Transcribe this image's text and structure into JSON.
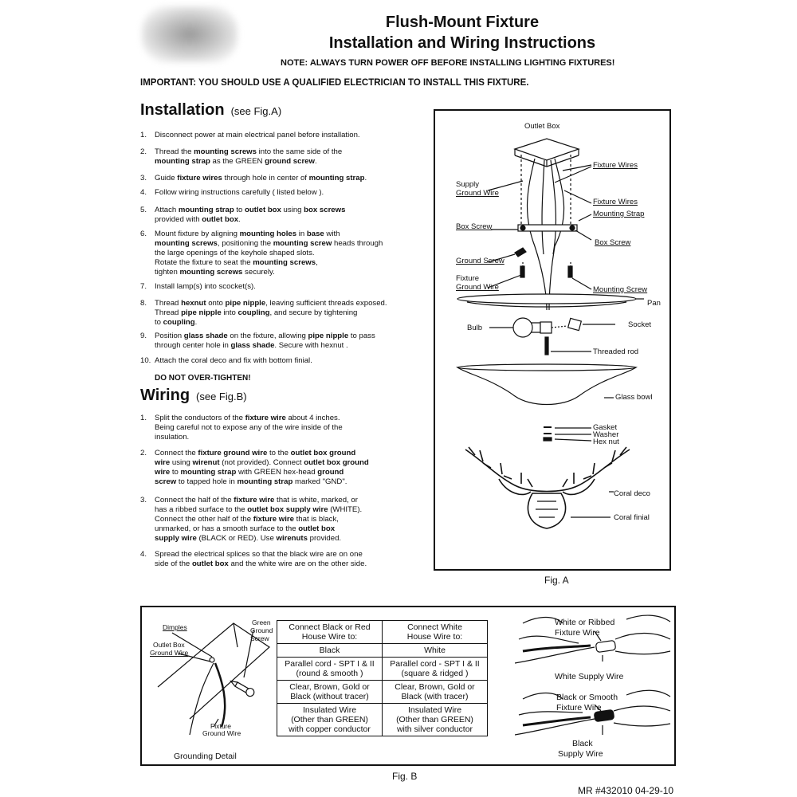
{
  "header": {
    "title_line1": "Flush-Mount Fixture",
    "title_line2": "Installation and Wiring Instructions",
    "note": "NOTE: ALWAYS TURN POWER OFF BEFORE INSTALLING LIGHTING FIXTURES!",
    "important": "IMPORTANT: YOU SHOULD USE A QUALIFIED ELECTRICIAN TO INSTALL THIS FIXTURE."
  },
  "installation": {
    "heading": "Installation",
    "see": "(see Fig.A)",
    "steps": [
      {
        "n": "1.",
        "html": "Disconnect power at main electrical panel before installation."
      },
      {
        "n": "2.",
        "html": "Thread the <b>mounting screws</b> into the same side of the\n<b>mounting strap</b> as the GREEN <b>ground screw</b>."
      },
      {
        "n": "3.",
        "html": "Guide <b>fixture wires</b> through hole in center of <b>mounting strap</b>."
      },
      {
        "n": "4.",
        "html": "Follow wiring instructions carefully ( listed below )."
      },
      {
        "n": "5.",
        "html": "Attach <b>mounting strap</b> to <b>outlet box</b> using <b>box screws</b>\nprovided with <b>outlet box</b>."
      },
      {
        "n": "6.",
        "html": "Mount fixture by aligning <b>mounting holes</b> in <b>base</b> with\n<b>mounting screws</b>, positioning the <b>mounting screw</b> heads through\nthe large openings of the keyhole shaped slots.\nRotate the fixture to seat the <b>mounting screws</b>,\ntighten <b>mounting screws</b> securely."
      },
      {
        "n": "7.",
        "html": "Install lamp(s) into scocket(s)."
      },
      {
        "n": "8.",
        "html": "Thread <b>hexnut</b> onto <b>pipe nipple</b>, leaving sufficient threads exposed.\nThread <b>pipe nipple</b> into <b>coupling</b>, and secure by tightening\nto <b>coupling</b>."
      },
      {
        "n": "9.",
        "html": "Position <b>glass shade</b> on the fixture, allowing <b>pipe nipple</b> to pass\nthrough center hole in <b>glass shade</b>. Secure with hexnut ."
      },
      {
        "n": "10.",
        "html": "Attach the coral deco and fix with bottom finial."
      }
    ],
    "warning": "DO NOT OVER-TIGHTEN!"
  },
  "wiring": {
    "heading": "Wiring",
    "see": "(see Fig.B)",
    "steps": [
      {
        "n": "1.",
        "html": "Split the conductors of the <b>fixture wire</b> about 4 inches.\nBeing careful not to expose any of the wire inside of the\ninsulation."
      },
      {
        "n": "2.",
        "html": "Connect the <b>fixture ground wire</b> to the <b>outlet box ground\nwire</b> using <b>wirenut</b> (not provided). Connect <b>outlet box ground\nwire</b> to <b>mounting strap</b> with GREEN hex-head <b>ground\nscrew</b> to tapped hole in <b>mounting strap</b> marked \"GND\"."
      },
      {
        "n": "3.",
        "html": "Connect the half of the <b>fixture wire</b> that is white, marked, or\nhas a ribbed surface to the <b>outlet box supply wire</b> (WHITE).\nConnect the other half of the <b>fixture wire</b> that is black,\nunmarked, or has a smooth surface to the <b>outlet box\nsupply wire</b> (BLACK or RED). Use <b>wirenuts</b> provided."
      },
      {
        "n": "4.",
        "html": "Spread the electrical splices so that the black wire are on one\nside of the <b>outlet box</b> and the white wire are on the other side."
      }
    ]
  },
  "figA": {
    "caption": "Fig. A",
    "labels": {
      "outlet_box": "Outlet Box",
      "fixture_wires_1": "Fixture Wires",
      "supply_ground_1": "Supply",
      "supply_ground_2": "Ground Wire",
      "fixture_wires_2": "Fixture Wires",
      "mounting_strap": "Mounting Strap",
      "box_screw_l": "Box Screw",
      "box_screw_r": "Box Screw",
      "ground_screw": "Ground Screw",
      "fixture_ground_1": "Fixture",
      "fixture_ground_2": "Ground Wire",
      "mounting_screw": "Mounting Screw",
      "pan": "Pan",
      "bulb": "Bulb",
      "socket": "Socket",
      "threaded_rod": "Threaded rod",
      "glass_bowl": "Glass bowl",
      "gasket": "Gasket",
      "washer": "Washer",
      "hex_nut": "Hex nut",
      "coral_deco": "Coral deco",
      "coral_finial": "Coral finial"
    }
  },
  "figB": {
    "caption": "Fig. B",
    "grounding": {
      "dimples": "Dimples",
      "green_1": "Green",
      "green_2": "Ground",
      "green_3": "Screw",
      "outlet_1": "Outlet Box",
      "outlet_2": "Ground Wire",
      "fixture_1": "Fixture",
      "fixture_2": "Ground Wire",
      "caption": "Grounding Detail"
    },
    "table": [
      [
        "Connect Black or Red\nHouse Wire to:",
        "Connect White\nHouse Wire to:"
      ],
      [
        "Black",
        "White"
      ],
      [
        "Parallel cord - SPT I & II\n(round & smooth )",
        "Parallel cord - SPT I & II\n(square & ridged )"
      ],
      [
        "Clear, Brown, Gold or\nBlack (without tracer)",
        "Clear, Brown, Gold or\nBlack (with tracer)"
      ],
      [
        "Insulated Wire\n(Other than GREEN)\nwith copper conductor",
        "Insulated Wire\n(Other than GREEN)\nwith silver conductor"
      ]
    ],
    "right": {
      "white_1": "White or Ribbed",
      "white_2": "Fixture Wire",
      "white_supply": "White Supply Wire",
      "black_1": "Black or Smooth",
      "black_2": "Fixture Wire",
      "black_s1": "Black",
      "black_s2": "Supply Wire"
    }
  },
  "footer": {
    "doc_id": "MR #432010 04-29-10"
  }
}
